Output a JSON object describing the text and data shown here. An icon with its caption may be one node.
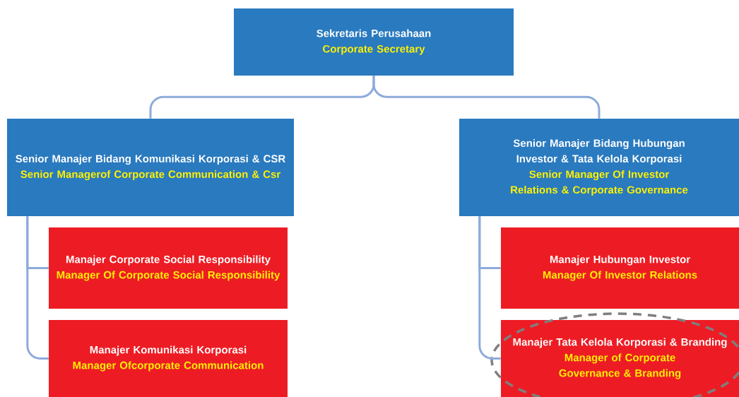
{
  "diagram": {
    "nodes": [
      {
        "text": [
          "Sekretaris Perusahaan",
          "Corporate Secretary"
        ]
      },
      {
        "text": [
          "Senior Manajer Bidang Komunikasi Korporasi & CSR",
          "Senior Managerof Corporate Communication & Csr"
        ]
      },
      {
        "text": [
          "Manajer Corporate Social Responsibility",
          "Manager Of Corporate Social Responsibility"
        ]
      },
      {
        "text": [
          "Manajer Komunikasi Korporasi",
          "Manager Ofcorporate Communication"
        ]
      },
      {
        "text": [
          "Senior Manajer Bidang Hubungan Investor & Tata Kelola Korporasi",
          "Senior Manager Of Investor Relations & Corporate Governance"
        ]
      },
      {
        "text": [
          "Manajer Hubungan Investor",
          "Manager Of Investor Relations"
        ]
      },
      {
        "text": [
          "Manajer Tata Kelola Korporasi & Branding",
          "Manager of Corporate Governance & Branding"
        ]
      }
    ],
    "edges": [
      {
        "from": 0,
        "to": 1,
        "arrow": "none"
      },
      {
        "from": 0,
        "to": 4,
        "arrow": "none"
      },
      {
        "from": 1,
        "to": 2,
        "arrow": "none"
      },
      {
        "from": 1,
        "to": 3,
        "arrow": "none"
      },
      {
        "from": 4,
        "to": 5,
        "arrow": "none"
      },
      {
        "from": 4,
        "to": 6,
        "arrow": "none"
      }
    ]
  }
}
